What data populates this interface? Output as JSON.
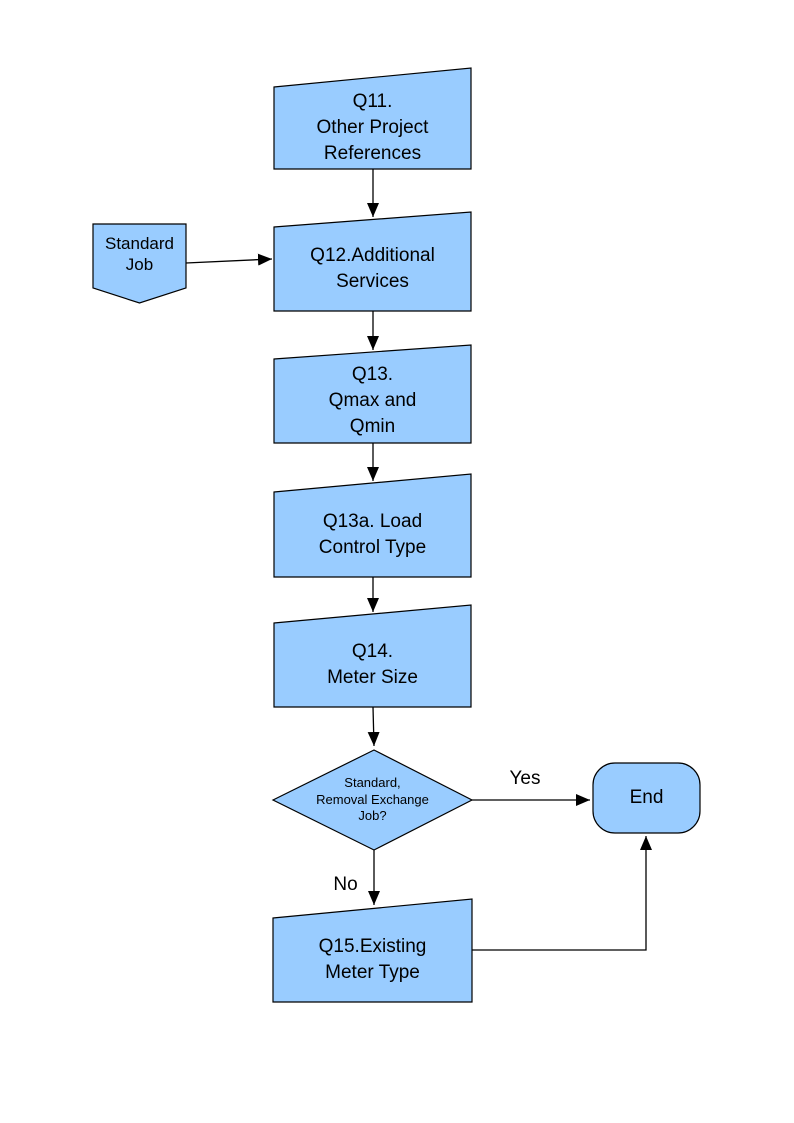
{
  "diagram": {
    "colors": {
      "background": "#ffffff",
      "node_fill": "#99ccff",
      "node_border": "#000000",
      "connector": "#000000",
      "text": "#000000"
    },
    "nodes": {
      "q11": {
        "label": "Q11.\nOther Project\nReferences",
        "shape": "slanted-top-box"
      },
      "standard_job": {
        "label": "Standard\nJob",
        "shape": "pentagon-down"
      },
      "q12": {
        "label": "Q12.Additional\nServices",
        "shape": "slanted-top-box"
      },
      "q13": {
        "label": "Q13.\nQmax and\nQmin",
        "shape": "slanted-top-box"
      },
      "q13a": {
        "label": "Q13a. Load\nControl Type",
        "shape": "slanted-top-box"
      },
      "q14": {
        "label": "Q14.\nMeter Size",
        "shape": "slanted-top-box"
      },
      "decision": {
        "label": "Standard,\nRemoval Exchange\nJob?",
        "shape": "diamond"
      },
      "end": {
        "label": "End",
        "shape": "rounded-terminator"
      },
      "q15": {
        "label": "Q15.Existing\nMeter Type",
        "shape": "slanted-top-box"
      }
    },
    "edges": [
      {
        "from": "q11",
        "to": "q12",
        "label": ""
      },
      {
        "from": "standard_job",
        "to": "q12",
        "label": ""
      },
      {
        "from": "q12",
        "to": "q13",
        "label": ""
      },
      {
        "from": "q13",
        "to": "q13a",
        "label": ""
      },
      {
        "from": "q13a",
        "to": "q14",
        "label": ""
      },
      {
        "from": "q14",
        "to": "decision",
        "label": ""
      },
      {
        "from": "decision",
        "to": "end",
        "label": "Yes"
      },
      {
        "from": "decision",
        "to": "q15",
        "label": "No"
      },
      {
        "from": "q15",
        "to": "end",
        "label": ""
      }
    ]
  }
}
